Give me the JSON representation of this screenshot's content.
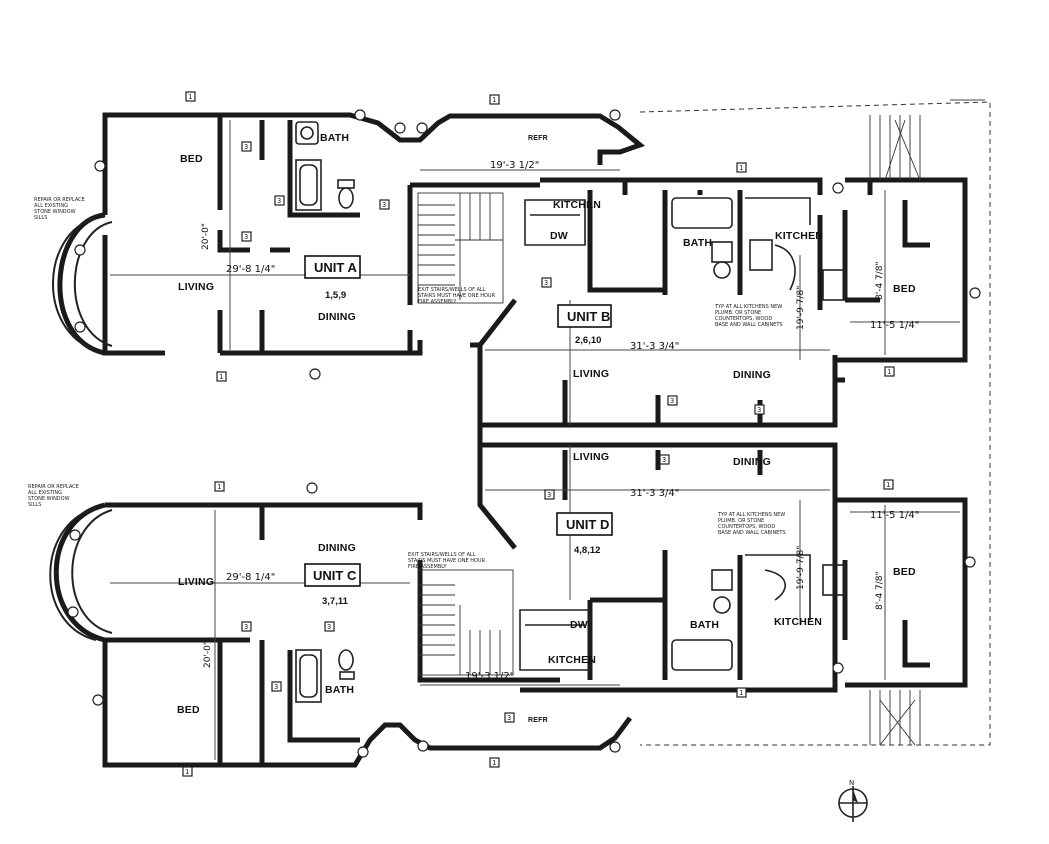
{
  "units": [
    {
      "id": "A",
      "title": "UNIT A",
      "floors": "1,5,9"
    },
    {
      "id": "B",
      "title": "UNIT B",
      "floors": "2,6,10"
    },
    {
      "id": "C",
      "title": "UNIT C",
      "floors": "3,7,11"
    },
    {
      "id": "D",
      "title": "UNIT D",
      "floors": "4,8,12"
    }
  ],
  "rooms": {
    "bed": "BED",
    "bath": "BATH",
    "living": "LIVING",
    "dining": "DINING",
    "kitchen": "KITCHEN",
    "dw": "DW",
    "refr": "REFR"
  },
  "dimensions": {
    "unit_a_living_width": "29'-8 1/4\"",
    "unit_c_living_width": "29'-8 1/4\"",
    "unit_a_living_depth": "20'-0\"",
    "unit_c_living_depth": "20'-0\"",
    "top_kitchen_width": "19'-3 1/2\"",
    "bottom_kitchen_width": "19'-3 1/2\"",
    "unit_b_living_width": "31'-3 3/4\"",
    "unit_d_living_width": "31'-3 3/4\"",
    "unit_b_bed_width": "11'-5 1/4\"",
    "unit_d_bed_width": "11'-5 1/4\"",
    "unit_b_bed_depth": "8'-4 7/8\"",
    "unit_d_bed_depth": "8'-4 7/8\"",
    "unit_b_depth": "19'-9 7/8\"",
    "unit_d_depth": "19'-9 7/8\""
  },
  "notes": {
    "stair_top": "EXIT STAIRS/WELLS OF ALL STAIRS MUST HAVE ONE HOUR FIRE ASSEMBLY",
    "stair_bottom": "EXIT STAIRS/WELLS OF ALL STAIRS MUST HAVE ONE HOUR FIRE ASSEMBLY",
    "bay_top": "REPAIR OR REPLACE ALL EXISTING STONE WINDOW SILLS",
    "bay_bottom": "REPAIR OR REPLACE ALL EXISTING STONE WINDOW SILLS",
    "kitchen_top": "TYP AT ALL KITCHENS NEW PLUMB. OR STONE COUNTERTOPS, WOOD BASE AND WALL CABINETS",
    "kitchen_bottom": "TYP AT ALL KITCHENS NEW PLUMB. OR STONE COUNTERTOPS, WOOD BASE AND WALL CABINETS"
  },
  "north_arrow": "N"
}
